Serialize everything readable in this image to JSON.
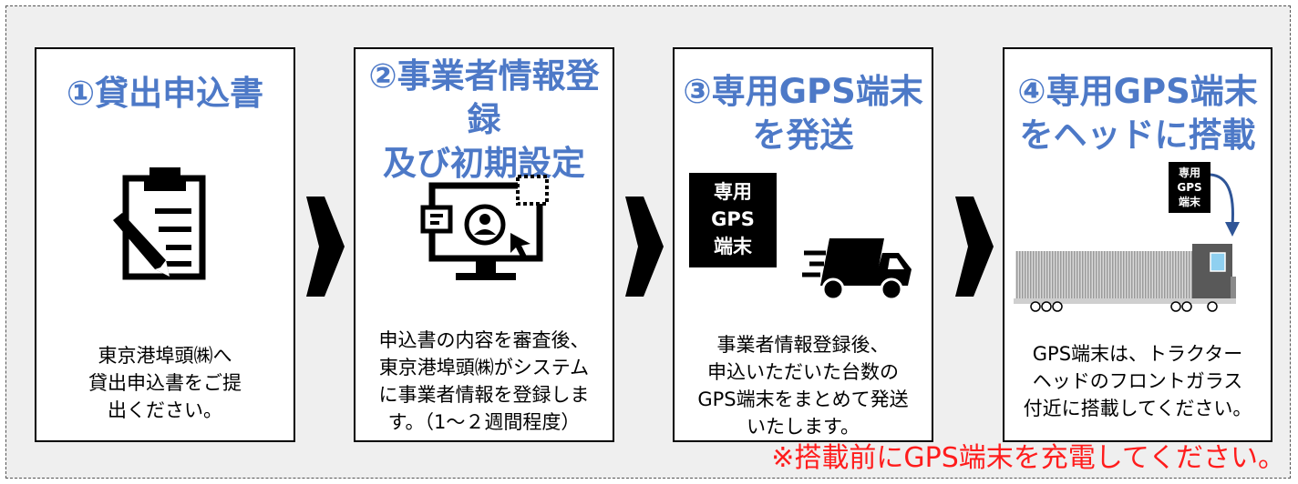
{
  "steps": [
    {
      "title_lines": [
        "①貸出申込書"
      ],
      "desc_lines": [
        "東京港埠頭㈱へ",
        "貸出申込書をご提",
        "出ください。"
      ]
    },
    {
      "title_lines": [
        "②事業者情報登録",
        "及び初期設定"
      ],
      "desc_lines": [
        "申込書の内容を審査後、",
        "東京港埠頭㈱がシステム",
        "に事業者情報を登録しま",
        "す。（1～２週間程度）"
      ]
    },
    {
      "title_lines": [
        "③専用GPS端末",
        "を発送"
      ],
      "desc_lines": [
        "事業者情報登録後、",
        "申込いただいた台数の",
        "GPS端末をまとめて発送",
        "いたします。"
      ]
    },
    {
      "title_lines": [
        "④専用GPS端末",
        "をヘッドに搭載"
      ],
      "desc_lines": [
        "GPS端末は、トラクター",
        "ヘッドのフロントガラス",
        "付近に搭載してください。"
      ]
    }
  ],
  "device_label_lines": [
    "専用",
    "GPS",
    "端末"
  ],
  "note": "※搭載前にGPS端末を充電してください。",
  "icons": [
    "clipboard-pen-icon",
    "monitor-user-icon",
    "truck-icon",
    "trailer-truck-icon",
    "curved-arrow-icon",
    "chevron-right-icon"
  ],
  "colors": {
    "title": "#4d79c7",
    "note": "#ff1c1c",
    "background": "#efefef"
  }
}
